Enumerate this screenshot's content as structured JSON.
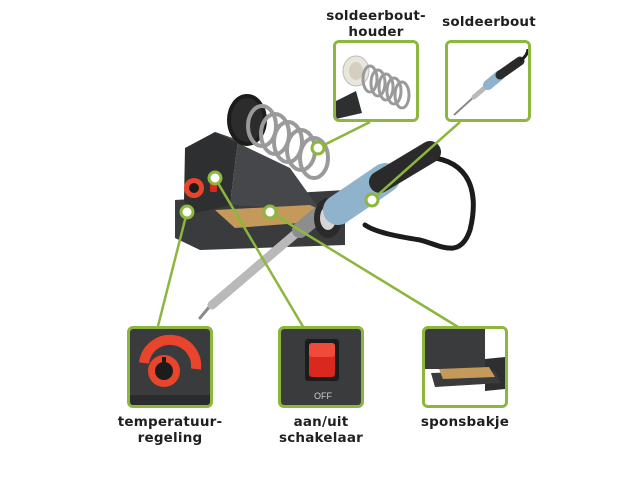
{
  "labels": {
    "holder_line1": "soldeerbout-",
    "holder_line2": "houder",
    "iron": "soldeerbout",
    "temp_line1": "temperatuur-",
    "temp_line2": "regeling",
    "switch_line1": "aan/uit",
    "switch_line2": "schakelaar",
    "sponge": "sponsbakje"
  },
  "colors": {
    "accent": "#8cb63c",
    "station_body": "#3a3b3d",
    "grip_blue": "#8fb3cc",
    "switch_red": "#d8281f",
    "knob_red": "#e8452c"
  }
}
